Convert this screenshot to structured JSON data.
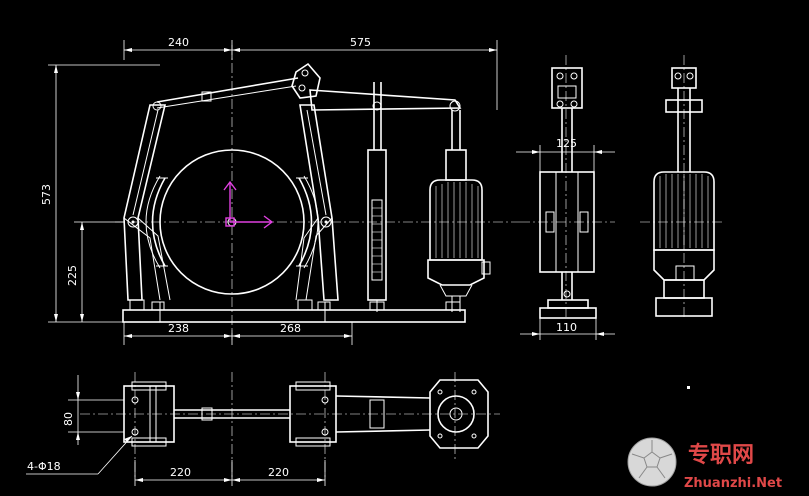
{
  "dimensions": {
    "top_left_width": "240",
    "top_right_width": "575",
    "total_height": "573",
    "pivot_height": "225",
    "base_left": "238",
    "base_right": "268",
    "side_width": "125",
    "side_base": "110",
    "plan_width": "80",
    "plan_holes": "4-Φ18",
    "plan_left_span": "220",
    "plan_right_span": "220"
  },
  "watermark": {
    "brand_cn": "专职网",
    "brand_en": "Zhuanzhi.Net"
  },
  "colors": {
    "background": "#000000",
    "line": "#ffffff",
    "ucs_axis": "#e040e0",
    "watermark_text": "#e04848"
  },
  "icons": {
    "ucs": "ucs-axis-icon",
    "watermark": "soccer-ball-logo"
  }
}
